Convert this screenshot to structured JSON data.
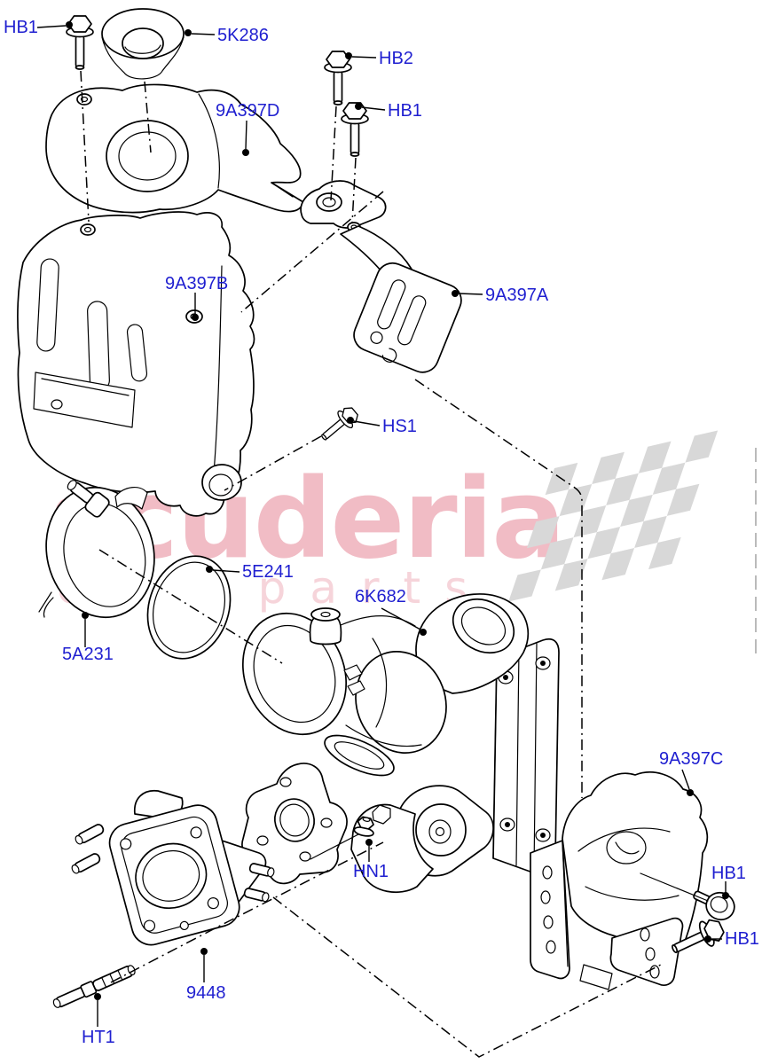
{
  "watermark": {
    "brand": "scuderia",
    "subtitle": "car parts"
  },
  "colors": {
    "label_blue": "#1f1fd0",
    "line_black": "#000000",
    "watermark_pink": "#f1bcc5",
    "watermark_pink_light": "#f6d4da",
    "checker_gray": "#d8d8d8"
  },
  "callouts": [
    {
      "id": "hb1-top-left",
      "text": "HB1"
    },
    {
      "id": "insulator",
      "text": "5K286"
    },
    {
      "id": "hb2",
      "text": "HB2"
    },
    {
      "id": "hb1-upper-right",
      "text": "HB1"
    },
    {
      "id": "shield-d",
      "text": "9A397D"
    },
    {
      "id": "shield-b",
      "text": "9A397B"
    },
    {
      "id": "shield-a",
      "text": "9A397A"
    },
    {
      "id": "hs1",
      "text": "HS1"
    },
    {
      "id": "gasket-ring",
      "text": "5E241"
    },
    {
      "id": "turbocharger",
      "text": "6K682"
    },
    {
      "id": "clamp",
      "text": "5A231"
    },
    {
      "id": "shield-c",
      "text": "9A397C"
    },
    {
      "id": "hn1",
      "text": "HN1"
    },
    {
      "id": "hb1-mid-right",
      "text": "HB1"
    },
    {
      "id": "hb1-lower-right",
      "text": "HB1"
    },
    {
      "id": "flange",
      "text": "9448"
    },
    {
      "id": "ht1",
      "text": "HT1"
    }
  ]
}
